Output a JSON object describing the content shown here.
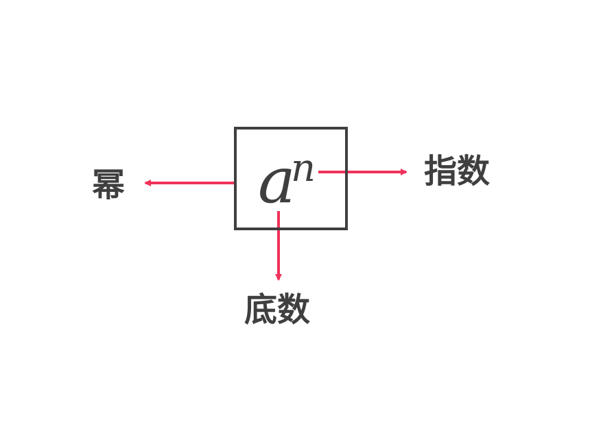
{
  "expression": {
    "base": "a",
    "exponent": "n"
  },
  "labels": {
    "power": "幂",
    "exponent": "指数",
    "base": "底数"
  },
  "colors": {
    "arrow": "#f0325a",
    "text": "#3f3f3f",
    "box_border": "#3f3f3f"
  }
}
